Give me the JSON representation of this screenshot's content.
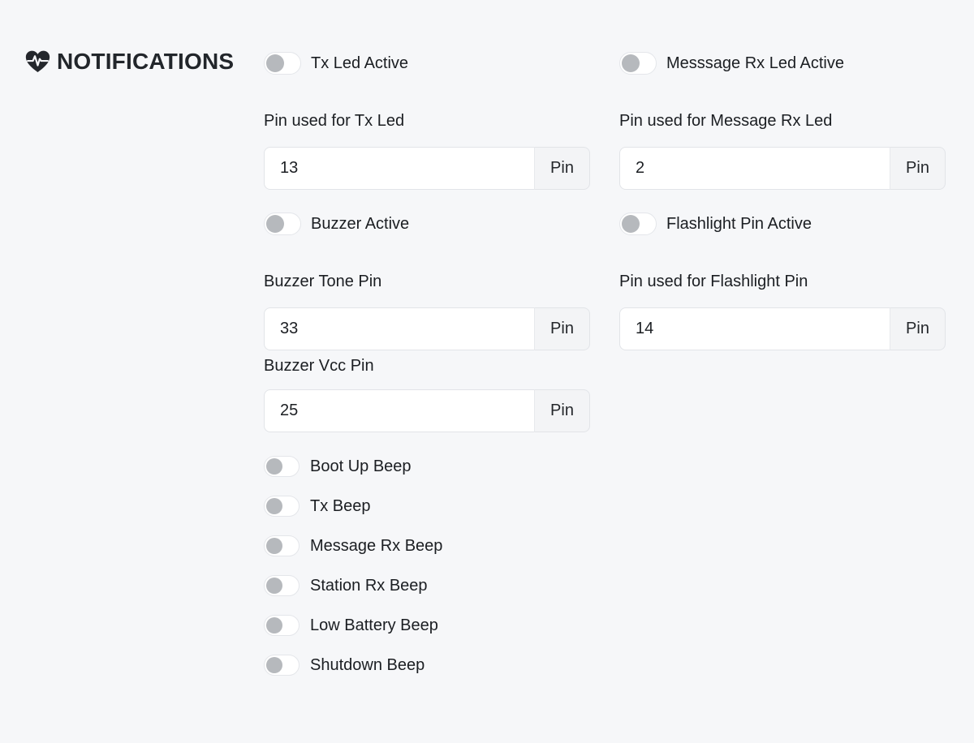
{
  "theme": {
    "background": "#f6f7f9",
    "text": "#1b1e22",
    "header_text": "#22262b",
    "toggle_knob": "#b6b9bd",
    "toggle_border": "#e4e6ea",
    "input_background": "#ffffff",
    "input_border": "#e2e4e8",
    "addon_background": "#f3f4f6"
  },
  "header": {
    "title": "NOTIFICATIONS",
    "icon": "heart-pulse-icon"
  },
  "left": {
    "tx_led_toggle": {
      "label": "Tx Led Active",
      "checked": false
    },
    "tx_led_pin": {
      "label": "Pin used for Tx Led",
      "value": "13",
      "unit": "Pin"
    },
    "buzzer_toggle": {
      "label": "Buzzer Active",
      "checked": false
    },
    "buzzer_tone_pin": {
      "label": "Buzzer Tone Pin",
      "value": "33",
      "unit": "Pin"
    },
    "buzzer_vcc_pin": {
      "label": "Buzzer Vcc Pin",
      "value": "25",
      "unit": "Pin"
    },
    "beeps": [
      {
        "label": "Boot Up Beep",
        "checked": false
      },
      {
        "label": "Tx Beep",
        "checked": false
      },
      {
        "label": "Message Rx Beep",
        "checked": false
      },
      {
        "label": "Station Rx Beep",
        "checked": false
      },
      {
        "label": "Low Battery Beep",
        "checked": false
      },
      {
        "label": "Shutdown Beep",
        "checked": false
      }
    ]
  },
  "right": {
    "message_rx_led_toggle": {
      "label": "Messsage Rx Led Active",
      "checked": false
    },
    "message_rx_led_pin": {
      "label": "Pin used for Message Rx Led",
      "value": "2",
      "unit": "Pin"
    },
    "flashlight_toggle": {
      "label": "Flashlight Pin Active",
      "checked": false
    },
    "flashlight_pin": {
      "label": "Pin used for Flashlight Pin",
      "value": "14",
      "unit": "Pin"
    }
  }
}
